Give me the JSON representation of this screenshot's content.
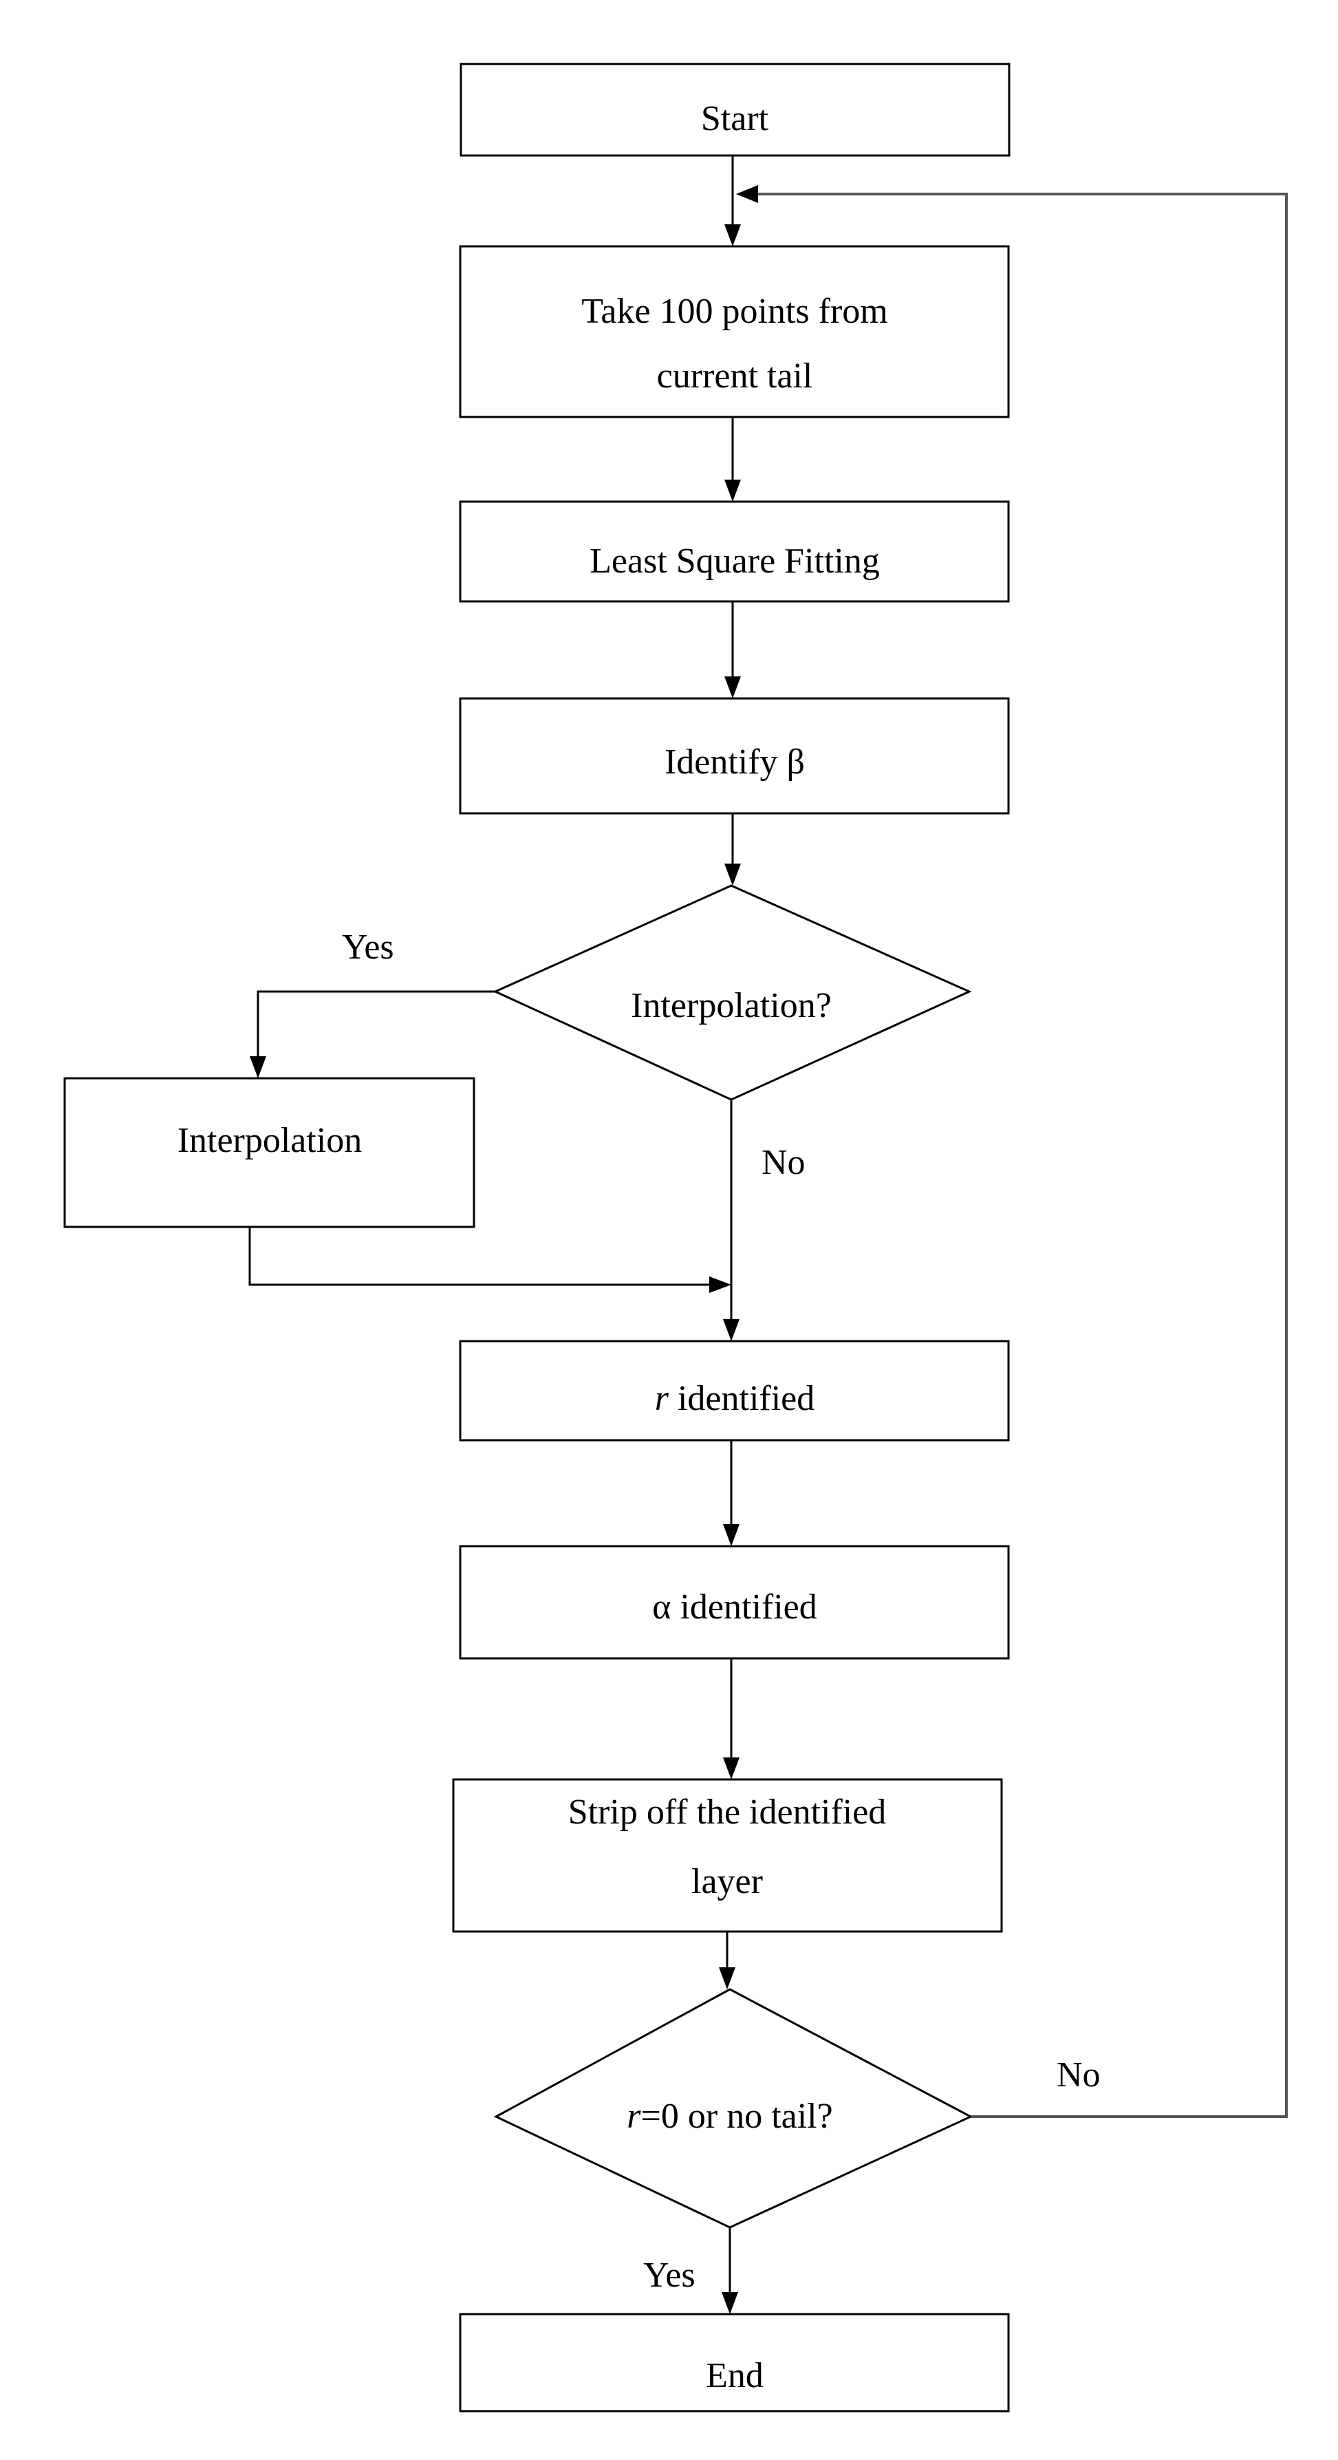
{
  "diagram": {
    "nodes": {
      "start": {
        "label": "Start"
      },
      "take_points": {
        "line1": "Take 100 points from",
        "line2": "current tail"
      },
      "least_square": {
        "label": "Least Square Fitting"
      },
      "identify_beta": {
        "label": "Identify β"
      },
      "interp_decision": {
        "label": "Interpolation?"
      },
      "interpolation": {
        "label": "Interpolation"
      },
      "r_identified": {
        "var": "r",
        "rest": " identified"
      },
      "alpha_identified": {
        "label": "α identified"
      },
      "strip": {
        "line1": "Strip off the identified",
        "line2": "layer"
      },
      "end_decision": {
        "var": "r",
        "rest": "=0 or no tail?"
      },
      "end": {
        "label": "End"
      }
    },
    "edge_labels": {
      "interp_yes": "Yes",
      "interp_no": "No",
      "loop_no": "No",
      "end_yes": "Yes"
    },
    "colors": {
      "stroke": "#000000",
      "loop_stroke": "#555555",
      "fill": "#ffffff"
    }
  }
}
